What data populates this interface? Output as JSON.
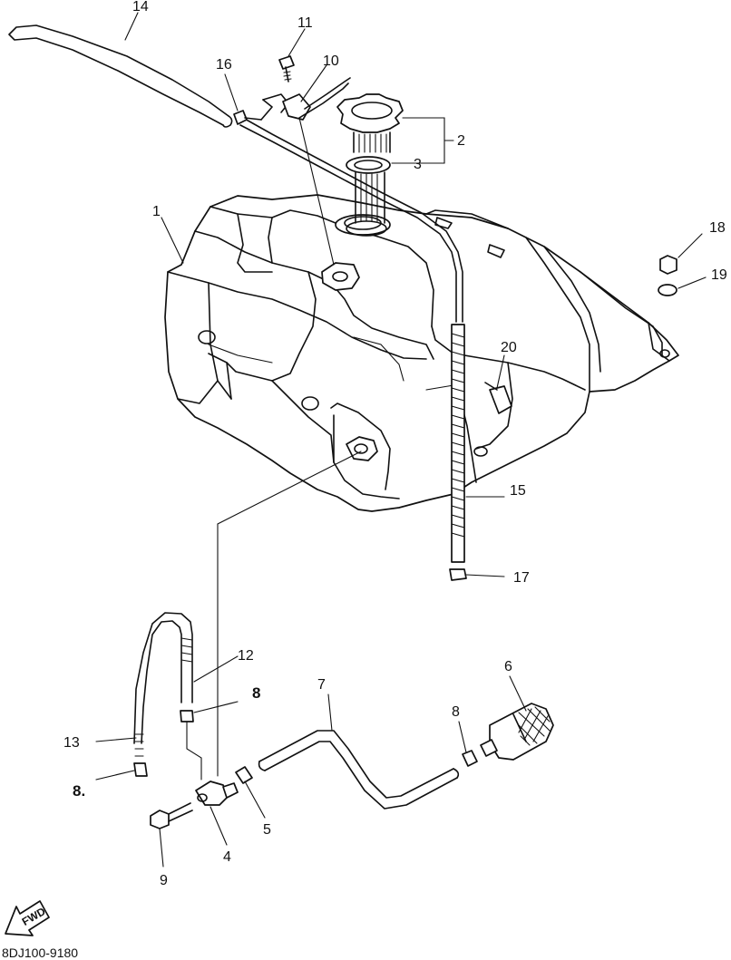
{
  "callouts": {
    "n1": "1",
    "n2": "2",
    "n3": "3",
    "n4": "4",
    "n5": "5",
    "n6": "6",
    "n7": "7",
    "n8a": "8",
    "n8b": "8",
    "n8c": "8.",
    "n9": "9",
    "n10": "10",
    "n11": "11",
    "n12": "12",
    "n13": "13",
    "n14": "14",
    "n15": "15",
    "n16": "16",
    "n17": "17",
    "n18": "18",
    "n19": "19",
    "n20": "20"
  },
  "arrow_label": "FWD",
  "drawing_code": "8DJ100-9180"
}
